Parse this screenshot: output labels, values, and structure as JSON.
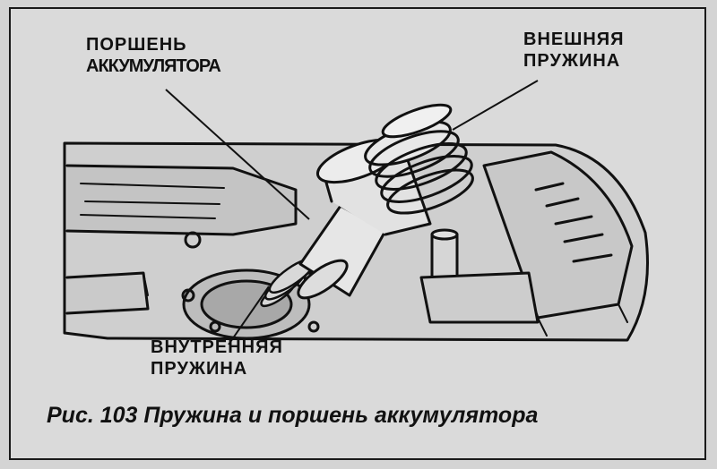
{
  "labels": {
    "piston": [
      "ПОРШЕНЬ",
      "АККУМУЛЯТОРА"
    ],
    "outer_spring": [
      "ВНЕШНЯЯ",
      "ПРУЖИНА"
    ],
    "inner_spring": [
      "ВНУТРЕННЯЯ",
      "ПРУЖИНА"
    ]
  },
  "caption": "Рис. 103 Пружина и поршень аккумулятора",
  "colors": {
    "background": "#d4d4d4",
    "ink": "#111111"
  }
}
